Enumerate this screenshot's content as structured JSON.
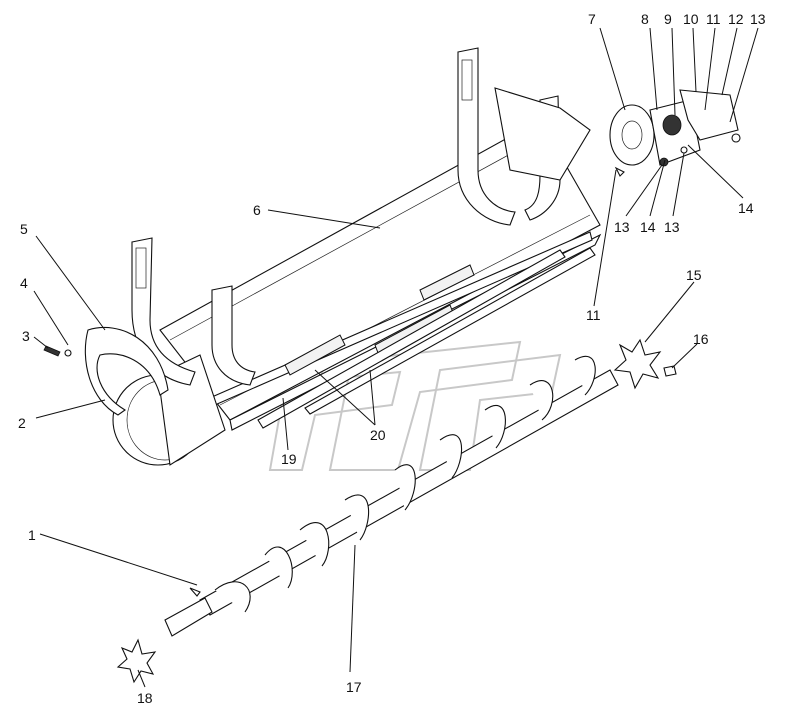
{
  "callouts": [
    {
      "id": "c1",
      "text": "1"
    },
    {
      "id": "c2",
      "text": "2"
    },
    {
      "id": "c3",
      "text": "3"
    },
    {
      "id": "c4",
      "text": "4"
    },
    {
      "id": "c5",
      "text": "5"
    },
    {
      "id": "c6",
      "text": "6"
    },
    {
      "id": "c7",
      "text": "7"
    },
    {
      "id": "c8",
      "text": "8"
    },
    {
      "id": "c9",
      "text": "9"
    },
    {
      "id": "c10",
      "text": "10"
    },
    {
      "id": "c11a",
      "text": "11"
    },
    {
      "id": "c12",
      "text": "12"
    },
    {
      "id": "c13a",
      "text": "13"
    },
    {
      "id": "c13b",
      "text": "13"
    },
    {
      "id": "c14a",
      "text": "14"
    },
    {
      "id": "c13c",
      "text": "13"
    },
    {
      "id": "c14b",
      "text": "14"
    },
    {
      "id": "c11b",
      "text": "11"
    },
    {
      "id": "c15",
      "text": "15"
    },
    {
      "id": "c16",
      "text": "16"
    },
    {
      "id": "c20",
      "text": "20"
    },
    {
      "id": "c19",
      "text": "19"
    },
    {
      "id": "c17",
      "text": "17"
    },
    {
      "id": "c18",
      "text": "18"
    }
  ]
}
